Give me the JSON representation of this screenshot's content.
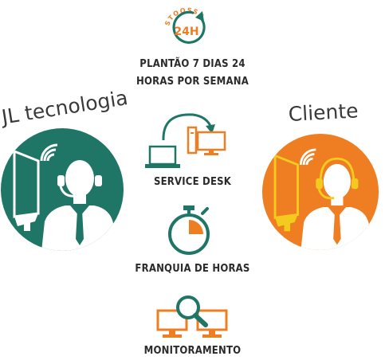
{
  "plantao": {
    "badge": "24H",
    "arc_text": "STOQSSD",
    "line1": "PLANTÃO 7 DIAS 24",
    "line2": "HORAS POR SEMANA"
  },
  "left": {
    "title": "JL tecnologia"
  },
  "right": {
    "title": "Cliente"
  },
  "service": {
    "label": "SERVICE DESK"
  },
  "franquia": {
    "label": "FRANQUIA DE HORAS"
  },
  "monitor": {
    "label": "MONITORAMENTO"
  },
  "colors": {
    "teal": "#1f7666",
    "orange": "#ef7d22",
    "yellow": "#f2cb1e",
    "dark_text": "#2b2b2b"
  },
  "icons": [
    "clock-24h-icon",
    "agent-headset-icon",
    "laptop-icon",
    "desktop-icon",
    "transfer-arrow-icon",
    "stopwatch-icon",
    "magnifier-icon",
    "monitor-icon"
  ]
}
